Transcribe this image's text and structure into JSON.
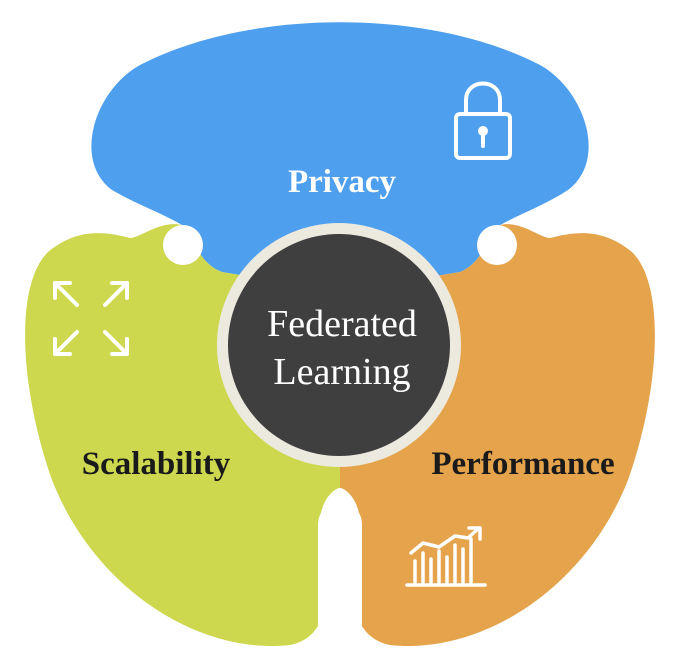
{
  "center": {
    "line1": "Federated",
    "line2": "Learning"
  },
  "segments": [
    {
      "key": "privacy",
      "label": "Privacy",
      "color": "#4ea0ef",
      "label_color": "#ffffff",
      "icon": "lock-icon"
    },
    {
      "key": "scalability",
      "label": "Scalability",
      "color": "#cdd84f",
      "label_color": "#1a1a1a",
      "icon": "expand-arrows-icon"
    },
    {
      "key": "performance",
      "label": "Performance",
      "color": "#e5a44c",
      "label_color": "#1a1a1a",
      "icon": "bar-chart-growth-icon"
    }
  ],
  "colors": {
    "center_fill": "#3f3f3f",
    "center_ring": "#ece9df",
    "center_text": "#ffffff",
    "icon_stroke": "#ffffff"
  }
}
